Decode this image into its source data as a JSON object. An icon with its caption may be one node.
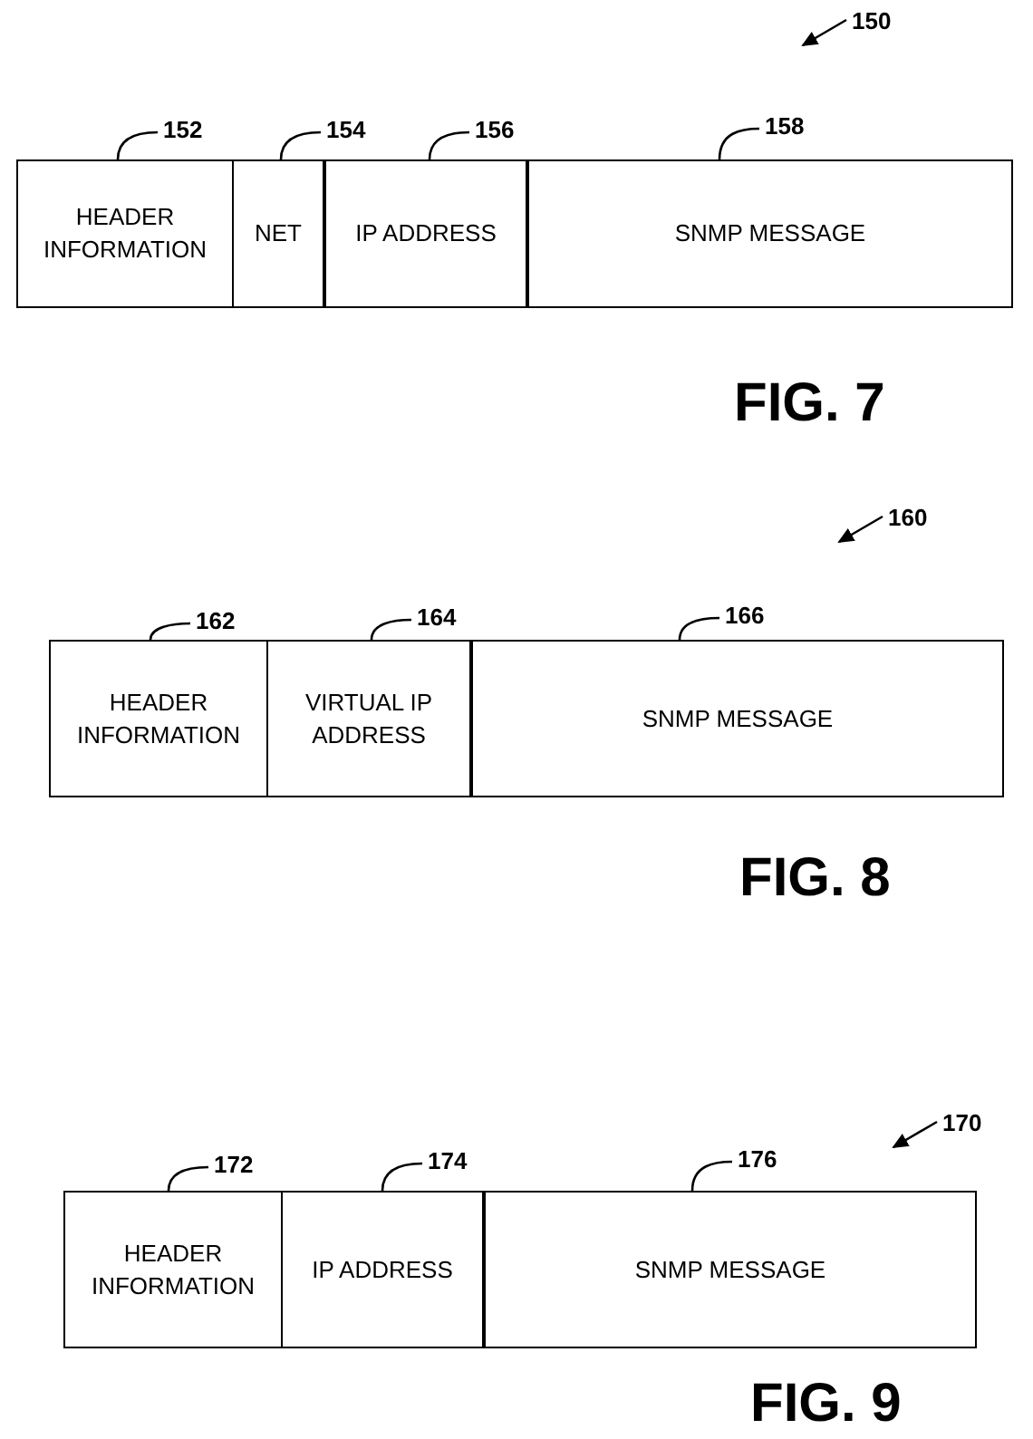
{
  "diagram": {
    "nodes": [
      {
        "text": [
          "150"
        ]
      },
      {
        "text": [
          "152"
        ]
      },
      {
        "text": [
          "154"
        ]
      },
      {
        "text": [
          "156"
        ]
      },
      {
        "text": [
          "158"
        ]
      },
      {
        "text": [
          "HEADER INFORMATION"
        ]
      },
      {
        "text": [
          "NET"
        ]
      },
      {
        "text": [
          "IP ADDRESS"
        ]
      },
      {
        "text": [
          "SNMP MESSAGE"
        ]
      },
      {
        "text": [
          "160"
        ]
      },
      {
        "text": [
          "162"
        ]
      },
      {
        "text": [
          "164"
        ]
      },
      {
        "text": [
          "166"
        ]
      },
      {
        "text": [
          "HEADER INFORMATION"
        ]
      },
      {
        "text": [
          "VIRTUAL IP ADDRESS"
        ]
      },
      {
        "text": [
          "SNMP MESSAGE"
        ]
      },
      {
        "text": [
          "170"
        ]
      },
      {
        "text": [
          "172"
        ]
      },
      {
        "text": [
          "174"
        ]
      },
      {
        "text": [
          "176"
        ]
      },
      {
        "text": [
          "HEADER INFORMATION"
        ]
      },
      {
        "text": [
          "IP ADDRESS"
        ]
      },
      {
        "text": [
          "SNMP MESSAGE"
        ]
      }
    ],
    "edges": [
      {
        "from": 0,
        "to": null,
        "arrow": "to"
      },
      {
        "from": 1,
        "to": 5,
        "arrow": "none"
      },
      {
        "from": 2,
        "to": 6,
        "arrow": "none"
      },
      {
        "from": 3,
        "to": 7,
        "arrow": "none"
      },
      {
        "from": 4,
        "to": 8,
        "arrow": "none"
      },
      {
        "from": 9,
        "to": null,
        "arrow": "to"
      },
      {
        "from": 10,
        "to": 13,
        "arrow": "none"
      },
      {
        "from": 11,
        "to": 14,
        "arrow": "none"
      },
      {
        "from": 12,
        "to": 15,
        "arrow": "none"
      },
      {
        "from": 16,
        "to": null,
        "arrow": "to"
      },
      {
        "from": 17,
        "to": 20,
        "arrow": "none"
      },
      {
        "from": 18,
        "to": 21,
        "arrow": "none"
      },
      {
        "from": 19,
        "to": 22,
        "arrow": "none"
      }
    ],
    "labels": [
      "FIG. 7",
      "FIG. 8",
      "FIG. 9"
    ]
  }
}
